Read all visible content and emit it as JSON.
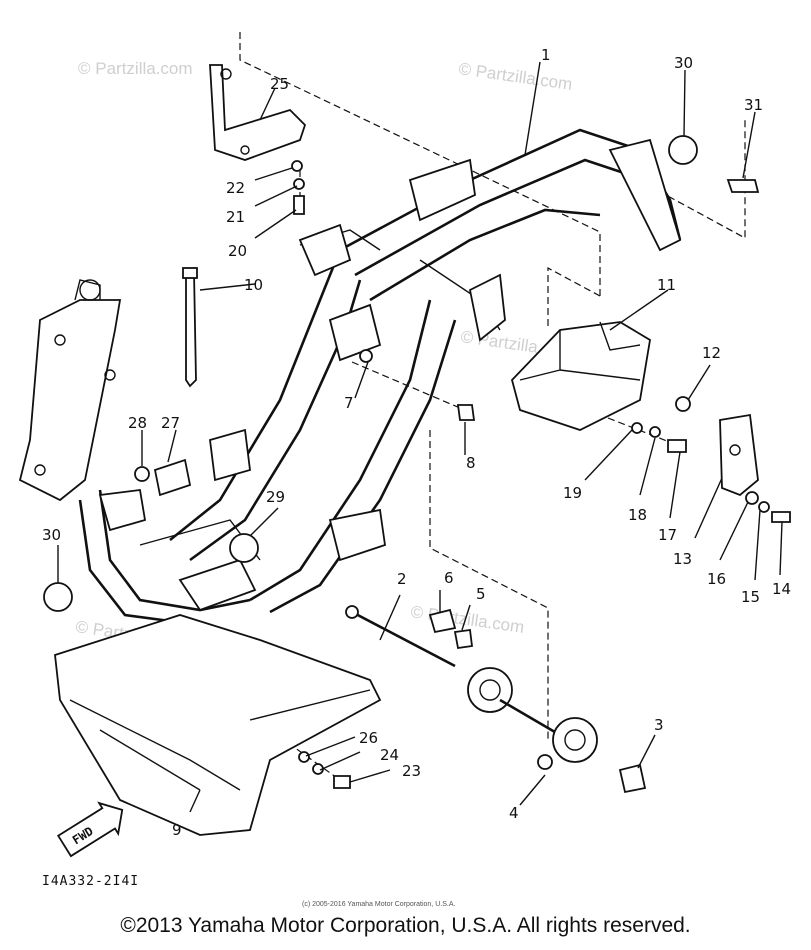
{
  "watermarks": [
    "© Partzilla.com",
    "© Partzilla.com",
    "© Partzilla.com",
    "© Partzilla.com",
    "© Partzilla.com"
  ],
  "callouts": [
    "1",
    "2",
    "3",
    "4",
    "5",
    "6",
    "7",
    "8",
    "9",
    "10",
    "11",
    "12",
    "13",
    "14",
    "15",
    "16",
    "17",
    "18",
    "19",
    "20",
    "21",
    "22",
    "23",
    "24",
    "25",
    "26",
    "27",
    "28",
    "29",
    "30",
    "30",
    "31"
  ],
  "fwd_label": "FWD",
  "diagram_code": "I4A332-2I4I",
  "small_credit": "(c) 2005-2016 Yamaha Motor Corporation, U.S.A.",
  "copyright": "©2013 Yamaha Motor Corporation, U.S.A. All rights reserved."
}
